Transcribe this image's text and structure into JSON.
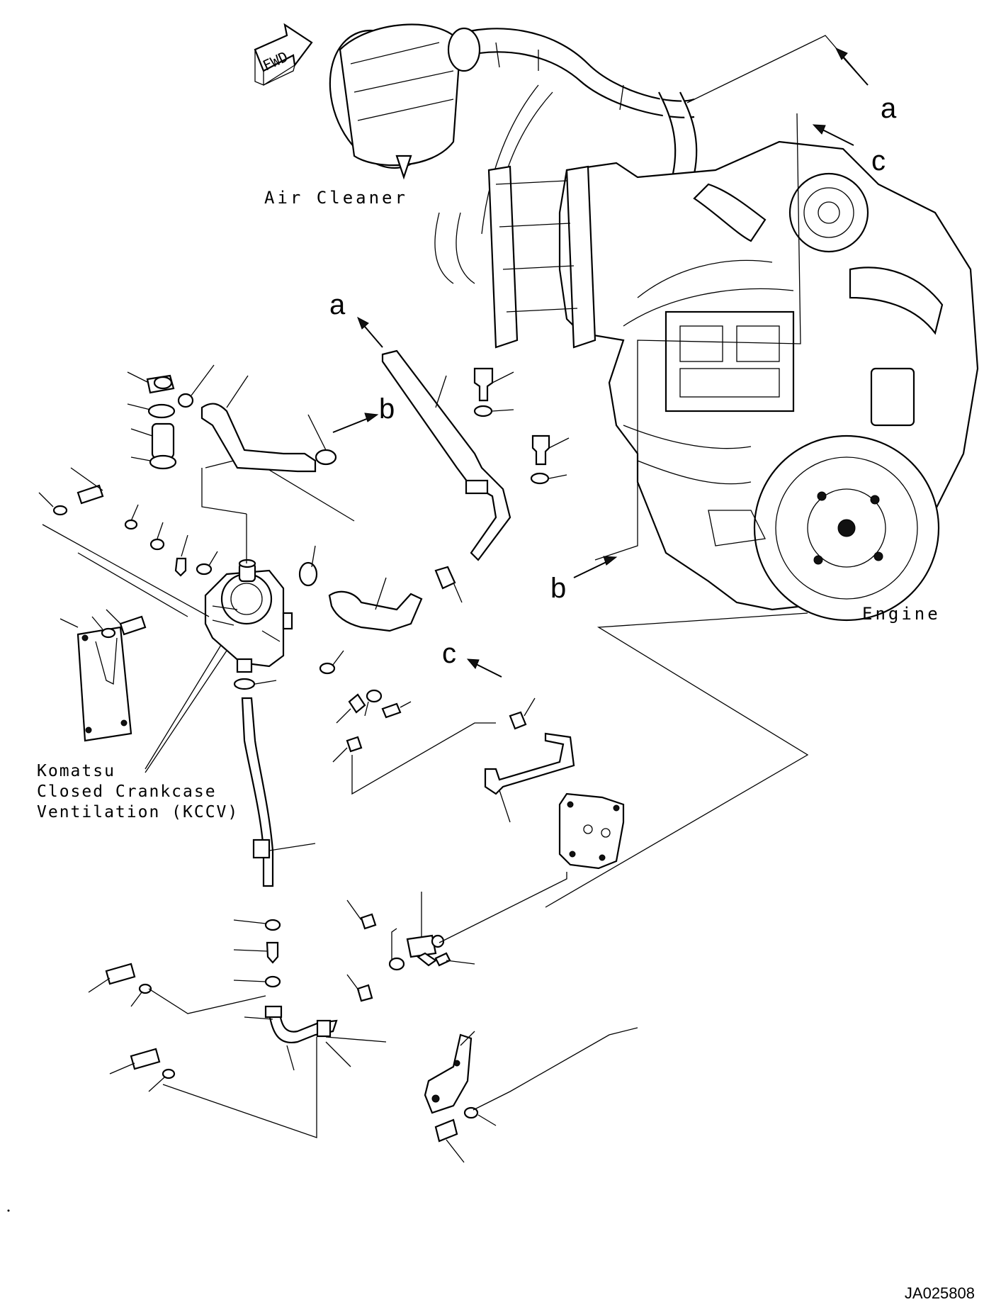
{
  "labels": {
    "fwd": "FWD",
    "air_cleaner": "Air Cleaner",
    "engine": "Engine",
    "kccv_line1": "Komatsu",
    "kccv_line2": "Closed Crankcase",
    "kccv_line3": "Ventilation (KCCV)",
    "ref_a": "a",
    "ref_b": "b",
    "ref_c": "c",
    "drawing_number": "JA025808"
  }
}
